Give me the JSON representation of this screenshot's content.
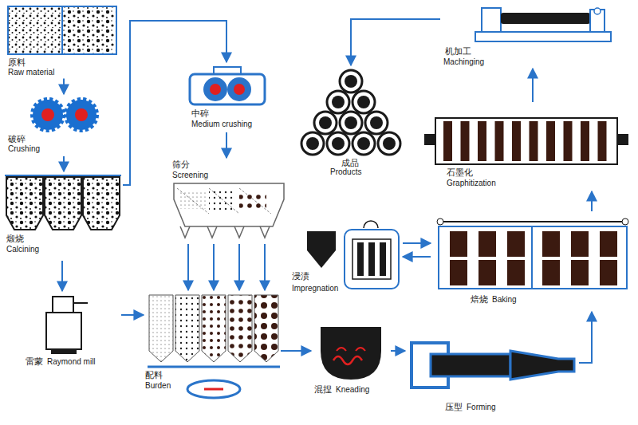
{
  "diagram": {
    "nodes": [
      {
        "text": [
          "原料",
          "Raw material"
        ]
      },
      {
        "text": [
          "破碎",
          "Crushing"
        ]
      },
      {
        "text": [
          "煅烧",
          "Calcining"
        ]
      },
      {
        "text": [
          "雷蒙",
          "Raymond mill"
        ]
      },
      {
        "text": [
          "中碎",
          "Medium crushing"
        ]
      },
      {
        "text": [
          "筛分",
          "Screening"
        ]
      },
      {
        "text": [
          "配料",
          "Burden"
        ]
      },
      {
        "text": [
          "混捏",
          "Kneading"
        ]
      },
      {
        "text": [
          "压型",
          "Forming"
        ]
      },
      {
        "text": [
          "焙烧",
          "Baking"
        ]
      },
      {
        "text": [
          "浸渍",
          "Impregnation"
        ]
      },
      {
        "text": [
          "石墨化",
          "Graphitization"
        ]
      },
      {
        "text": [
          "机加工",
          "Machinging"
        ]
      },
      {
        "text": [
          "成品",
          "Products"
        ]
      }
    ],
    "edges": [
      {
        "from": 0,
        "to": 1,
        "arrow": "to"
      },
      {
        "from": 1,
        "to": 2,
        "arrow": "to"
      },
      {
        "from": 2,
        "to": 3,
        "arrow": "to"
      },
      {
        "from": 2,
        "to": 4,
        "arrow": "to"
      },
      {
        "from": 3,
        "to": 6,
        "arrow": "to"
      },
      {
        "from": 4,
        "to": 5,
        "arrow": "to"
      },
      {
        "from": 5,
        "to": 6,
        "arrow": "to"
      },
      {
        "from": 5,
        "to": 6,
        "arrow": "to"
      },
      {
        "from": 5,
        "to": 6,
        "arrow": "to"
      },
      {
        "from": 5,
        "to": 6,
        "arrow": "to"
      },
      {
        "from": 6,
        "to": 7,
        "arrow": "to"
      },
      {
        "from": 7,
        "to": 8,
        "arrow": "to"
      },
      {
        "from": 8,
        "to": 9,
        "arrow": "to"
      },
      {
        "from": 10,
        "to": 9,
        "arrow": "to"
      },
      {
        "from": 9,
        "to": 10,
        "arrow": "to"
      },
      {
        "from": 9,
        "to": 11,
        "arrow": "to"
      },
      {
        "from": 11,
        "to": 12,
        "arrow": "to"
      },
      {
        "from": 12,
        "to": 13,
        "arrow": "to"
      }
    ]
  }
}
